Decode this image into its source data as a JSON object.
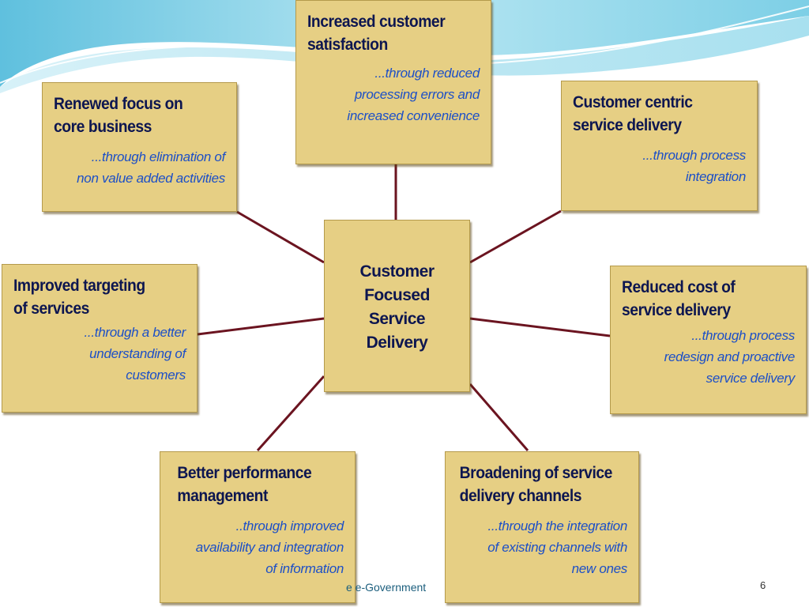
{
  "center": {
    "title": "Customer\nFocused\nService\nDelivery"
  },
  "boxes": [
    {
      "title": "Increased customer\nsatisfaction",
      "subtitle": "...through reduced\nprocessing errors and\nincreased convenience"
    },
    {
      "title": "Renewed focus on\ncore business",
      "subtitle": "...through elimination of\nnon value added activities"
    },
    {
      "title": "Customer centric\nservice delivery",
      "subtitle": "...through process\nintegration"
    },
    {
      "title": "Improved targeting\nof services",
      "subtitle": "...through a better\nunderstanding of\ncustomers"
    },
    {
      "title": "Reduced cost of\nservice delivery",
      "subtitle": "...through process\nredesign and proactive\nservice delivery"
    },
    {
      "title": "Better performance\nmanagement",
      "subtitle": "..through improved\navailability and integration\nof information"
    },
    {
      "title": "Broadening of service\ndelivery channels",
      "subtitle": "...through the integration\nof existing channels with\nnew ones"
    }
  ],
  "footer": {
    "text": "e e-Government",
    "page_number": "6"
  },
  "colors": {
    "box_fill": "#e6cf84",
    "title_text": "#0d1650",
    "subtitle_text": "#1c4fc7",
    "connector": "#6b1420",
    "background_swoosh": "#8fd3e8"
  }
}
